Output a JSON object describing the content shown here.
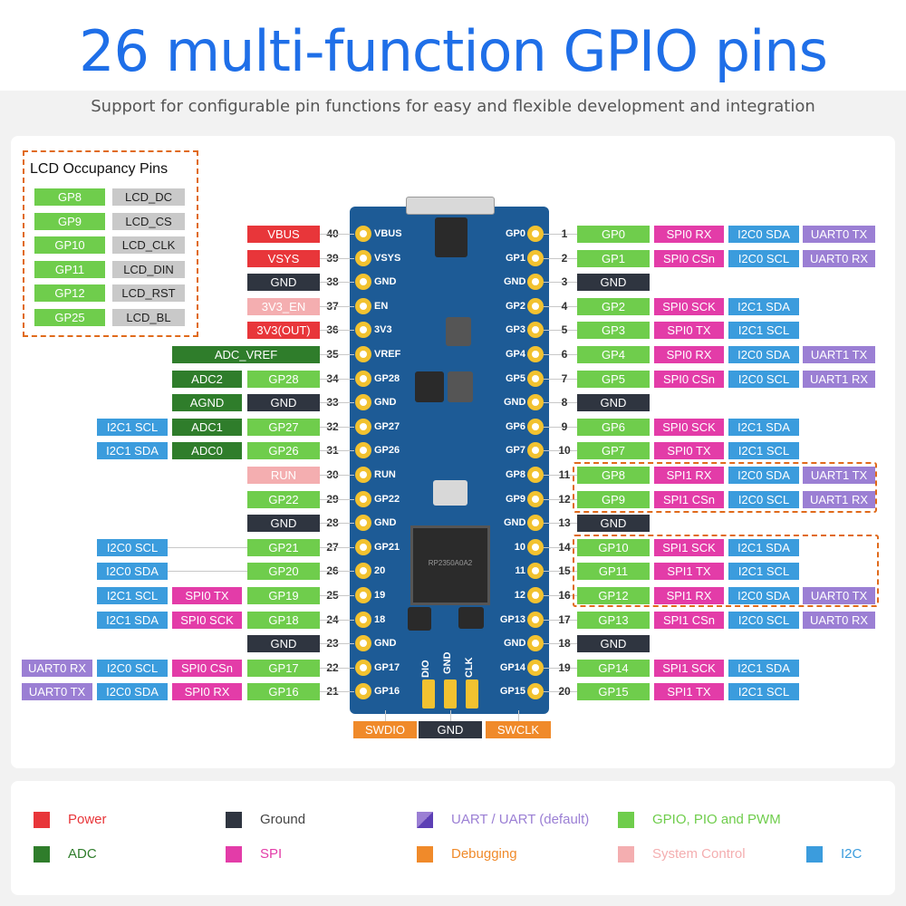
{
  "header": {
    "title": "26 multi-function GPIO pins",
    "subtitle": "Support for configurable pin functions for easy and flexible development and integration"
  },
  "colors": {
    "power": "#e8363a",
    "ground": "#2f3540",
    "uart": "#9b7fd4",
    "gpio": "#6fcd4c",
    "adc": "#2f7d2b",
    "spi": "#e33ca8",
    "debug": "#f08a2a",
    "system": "#f4aeb0",
    "i2c": "#3b9cdd",
    "lcd": "#c9c9c9",
    "highlight": "#e06a1b"
  },
  "lcd_panel": {
    "title": "LCD Occupancy Pins",
    "rows": [
      {
        "gpio": "GP8",
        "func": "LCD_DC"
      },
      {
        "gpio": "GP9",
        "func": "LCD_CS"
      },
      {
        "gpio": "GP10",
        "func": "LCD_CLK"
      },
      {
        "gpio": "GP11",
        "func": "LCD_DIN"
      },
      {
        "gpio": "GP12",
        "func": "LCD_RST"
      },
      {
        "gpio": "GP25",
        "func": "LCD_BL"
      }
    ]
  },
  "left_pins": [
    {
      "num": "40",
      "board": "VBUS",
      "labels": [
        {
          "t": "VBUS",
          "c": "power"
        }
      ]
    },
    {
      "num": "39",
      "board": "VSYS",
      "labels": [
        {
          "t": "VSYS",
          "c": "power"
        }
      ]
    },
    {
      "num": "38",
      "board": "GND",
      "labels": [
        {
          "t": "GND",
          "c": "ground"
        }
      ]
    },
    {
      "num": "37",
      "board": "EN",
      "labels": [
        {
          "t": "3V3_EN",
          "c": "system"
        }
      ]
    },
    {
      "num": "36",
      "board": "3V3",
      "labels": [
        {
          "t": "3V3(OUT)",
          "c": "power"
        }
      ]
    },
    {
      "num": "35",
      "board": "VREF",
      "labels": [
        {
          "t": "ADC_VREF",
          "c": "adc"
        }
      ]
    },
    {
      "num": "34",
      "board": "GP28",
      "labels": [
        {
          "t": "GP28",
          "c": "gpio"
        },
        {
          "t": "ADC2",
          "c": "adc"
        }
      ]
    },
    {
      "num": "33",
      "board": "GND",
      "labels": [
        {
          "t": "GND",
          "c": "ground"
        },
        {
          "t": "AGND",
          "c": "adc"
        }
      ]
    },
    {
      "num": "32",
      "board": "GP27",
      "labels": [
        {
          "t": "GP27",
          "c": "gpio"
        },
        {
          "t": "ADC1",
          "c": "adc"
        },
        {
          "t": "I2C1 SCL",
          "c": "i2c"
        }
      ]
    },
    {
      "num": "31",
      "board": "GP26",
      "labels": [
        {
          "t": "GP26",
          "c": "gpio"
        },
        {
          "t": "ADC0",
          "c": "adc"
        },
        {
          "t": "I2C1 SDA",
          "c": "i2c"
        }
      ]
    },
    {
      "num": "30",
      "board": "RUN",
      "labels": [
        {
          "t": "RUN",
          "c": "system"
        }
      ]
    },
    {
      "num": "29",
      "board": "GP22",
      "labels": [
        {
          "t": "GP22",
          "c": "gpio"
        }
      ]
    },
    {
      "num": "28",
      "board": "GND",
      "labels": [
        {
          "t": "GND",
          "c": "ground"
        }
      ]
    },
    {
      "num": "27",
      "board": "GP21",
      "labels": [
        {
          "t": "GP21",
          "c": "gpio"
        },
        {
          "t": "",
          "c": "none"
        },
        {
          "t": "I2C0 SCL",
          "c": "i2c"
        }
      ]
    },
    {
      "num": "26",
      "board": "20",
      "labels": [
        {
          "t": "GP20",
          "c": "gpio"
        },
        {
          "t": "",
          "c": "none"
        },
        {
          "t": "I2C0 SDA",
          "c": "i2c"
        }
      ]
    },
    {
      "num": "25",
      "board": "19",
      "labels": [
        {
          "t": "GP19",
          "c": "gpio"
        },
        {
          "t": "SPI0 TX",
          "c": "spi"
        },
        {
          "t": "I2C1 SCL",
          "c": "i2c"
        }
      ]
    },
    {
      "num": "24",
      "board": "18",
      "labels": [
        {
          "t": "GP18",
          "c": "gpio"
        },
        {
          "t": "SPI0 SCK",
          "c": "spi"
        },
        {
          "t": "I2C1 SDA",
          "c": "i2c"
        }
      ]
    },
    {
      "num": "23",
      "board": "GND",
      "labels": [
        {
          "t": "GND",
          "c": "ground"
        }
      ]
    },
    {
      "num": "22",
      "board": "GP17",
      "labels": [
        {
          "t": "GP17",
          "c": "gpio"
        },
        {
          "t": "SPI0 CSn",
          "c": "spi"
        },
        {
          "t": "I2C0 SCL",
          "c": "i2c"
        },
        {
          "t": "UART0 RX",
          "c": "uart"
        }
      ]
    },
    {
      "num": "21",
      "board": "GP16",
      "labels": [
        {
          "t": "GP16",
          "c": "gpio"
        },
        {
          "t": "SPI0 RX",
          "c": "spi"
        },
        {
          "t": "I2C0 SDA",
          "c": "i2c"
        },
        {
          "t": "UART0 TX",
          "c": "uart"
        }
      ]
    }
  ],
  "right_pins": [
    {
      "num": "1",
      "board": "GP0",
      "labels": [
        {
          "t": "GP0",
          "c": "gpio"
        },
        {
          "t": "SPI0 RX",
          "c": "spi"
        },
        {
          "t": "I2C0 SDA",
          "c": "i2c"
        },
        {
          "t": "UART0 TX",
          "c": "uart"
        }
      ]
    },
    {
      "num": "2",
      "board": "GP1",
      "labels": [
        {
          "t": "GP1",
          "c": "gpio"
        },
        {
          "t": "SPI0 CSn",
          "c": "spi"
        },
        {
          "t": "I2C0 SCL",
          "c": "i2c"
        },
        {
          "t": "UART0 RX",
          "c": "uart"
        }
      ]
    },
    {
      "num": "3",
      "board": "GND",
      "labels": [
        {
          "t": "GND",
          "c": "ground"
        }
      ]
    },
    {
      "num": "4",
      "board": "GP2",
      "labels": [
        {
          "t": "GP2",
          "c": "gpio"
        },
        {
          "t": "SPI0 SCK",
          "c": "spi"
        },
        {
          "t": "I2C1 SDA",
          "c": "i2c"
        }
      ]
    },
    {
      "num": "5",
      "board": "GP3",
      "labels": [
        {
          "t": "GP3",
          "c": "gpio"
        },
        {
          "t": "SPI0 TX",
          "c": "spi"
        },
        {
          "t": "I2C1 SCL",
          "c": "i2c"
        }
      ]
    },
    {
      "num": "6",
      "board": "GP4",
      "labels": [
        {
          "t": "GP4",
          "c": "gpio"
        },
        {
          "t": "SPI0 RX",
          "c": "spi"
        },
        {
          "t": "I2C0 SDA",
          "c": "i2c"
        },
        {
          "t": "UART1 TX",
          "c": "uart"
        }
      ]
    },
    {
      "num": "7",
      "board": "GP5",
      "labels": [
        {
          "t": "GP5",
          "c": "gpio"
        },
        {
          "t": "SPI0 CSn",
          "c": "spi"
        },
        {
          "t": "I2C0 SCL",
          "c": "i2c"
        },
        {
          "t": "UART1 RX",
          "c": "uart"
        }
      ]
    },
    {
      "num": "8",
      "board": "GND",
      "labels": [
        {
          "t": "GND",
          "c": "ground"
        }
      ]
    },
    {
      "num": "9",
      "board": "GP6",
      "labels": [
        {
          "t": "GP6",
          "c": "gpio"
        },
        {
          "t": "SPI0 SCK",
          "c": "spi"
        },
        {
          "t": "I2C1 SDA",
          "c": "i2c"
        }
      ]
    },
    {
      "num": "10",
      "board": "GP7",
      "labels": [
        {
          "t": "GP7",
          "c": "gpio"
        },
        {
          "t": "SPI0 TX",
          "c": "spi"
        },
        {
          "t": "I2C1 SCL",
          "c": "i2c"
        }
      ]
    },
    {
      "num": "11",
      "board": "GP8",
      "labels": [
        {
          "t": "GP8",
          "c": "gpio"
        },
        {
          "t": "SPI1 RX",
          "c": "spi"
        },
        {
          "t": "I2C0 SDA",
          "c": "i2c"
        },
        {
          "t": "UART1 TX",
          "c": "uart"
        }
      ]
    },
    {
      "num": "12",
      "board": "GP9",
      "labels": [
        {
          "t": "GP9",
          "c": "gpio"
        },
        {
          "t": "SPI1 CSn",
          "c": "spi"
        },
        {
          "t": "I2C0 SCL",
          "c": "i2c"
        },
        {
          "t": "UART1 RX",
          "c": "uart"
        }
      ]
    },
    {
      "num": "13",
      "board": "GND",
      "labels": [
        {
          "t": "GND",
          "c": "ground"
        }
      ]
    },
    {
      "num": "14",
      "board": "10",
      "labels": [
        {
          "t": "GP10",
          "c": "gpio"
        },
        {
          "t": "SPI1 SCK",
          "c": "spi"
        },
        {
          "t": "I2C1 SDA",
          "c": "i2c"
        }
      ]
    },
    {
      "num": "15",
      "board": "11",
      "labels": [
        {
          "t": "GP11",
          "c": "gpio"
        },
        {
          "t": "SPI1 TX",
          "c": "spi"
        },
        {
          "t": "I2C1 SCL",
          "c": "i2c"
        }
      ]
    },
    {
      "num": "16",
      "board": "12",
      "labels": [
        {
          "t": "GP12",
          "c": "gpio"
        },
        {
          "t": "SPI1 RX",
          "c": "spi"
        },
        {
          "t": "I2C0 SDA",
          "c": "i2c"
        },
        {
          "t": "UART0 TX",
          "c": "uart"
        }
      ]
    },
    {
      "num": "17",
      "board": "GP13",
      "labels": [
        {
          "t": "GP13",
          "c": "gpio"
        },
        {
          "t": "SPI1 CSn",
          "c": "spi"
        },
        {
          "t": "I2C0 SCL",
          "c": "i2c"
        },
        {
          "t": "UART0 RX",
          "c": "uart"
        }
      ]
    },
    {
      "num": "18",
      "board": "GND",
      "labels": [
        {
          "t": "GND",
          "c": "ground"
        }
      ]
    },
    {
      "num": "19",
      "board": "GP14",
      "labels": [
        {
          "t": "GP14",
          "c": "gpio"
        },
        {
          "t": "SPI1 SCK",
          "c": "spi"
        },
        {
          "t": "I2C1 SDA",
          "c": "i2c"
        }
      ]
    },
    {
      "num": "20",
      "board": "GP15",
      "labels": [
        {
          "t": "GP15",
          "c": "gpio"
        },
        {
          "t": "SPI1 TX",
          "c": "spi"
        },
        {
          "t": "I2C1 SCL",
          "c": "i2c"
        }
      ]
    }
  ],
  "debug": {
    "board_labels": [
      "DIO",
      "GND",
      "CLK"
    ],
    "labels": [
      {
        "t": "SWDIO",
        "c": "debug"
      },
      {
        "t": "GND",
        "c": "ground"
      },
      {
        "t": "SWCLK",
        "c": "debug"
      }
    ]
  },
  "chip_marking": "RP2350A0A2",
  "legend": [
    {
      "label": "Power",
      "c": "power"
    },
    {
      "label": "Ground",
      "c": "ground"
    },
    {
      "label": "UART / UART (default)",
      "c": "uart"
    },
    {
      "label": "GPIO, PIO and PWM",
      "c": "gpio"
    },
    {
      "label": "ADC",
      "c": "adc"
    },
    {
      "label": "SPI",
      "c": "spi"
    },
    {
      "label": "Debugging",
      "c": "debug"
    },
    {
      "label": "System Control",
      "c": "system"
    },
    {
      "label": "I2C",
      "c": "i2c"
    }
  ]
}
